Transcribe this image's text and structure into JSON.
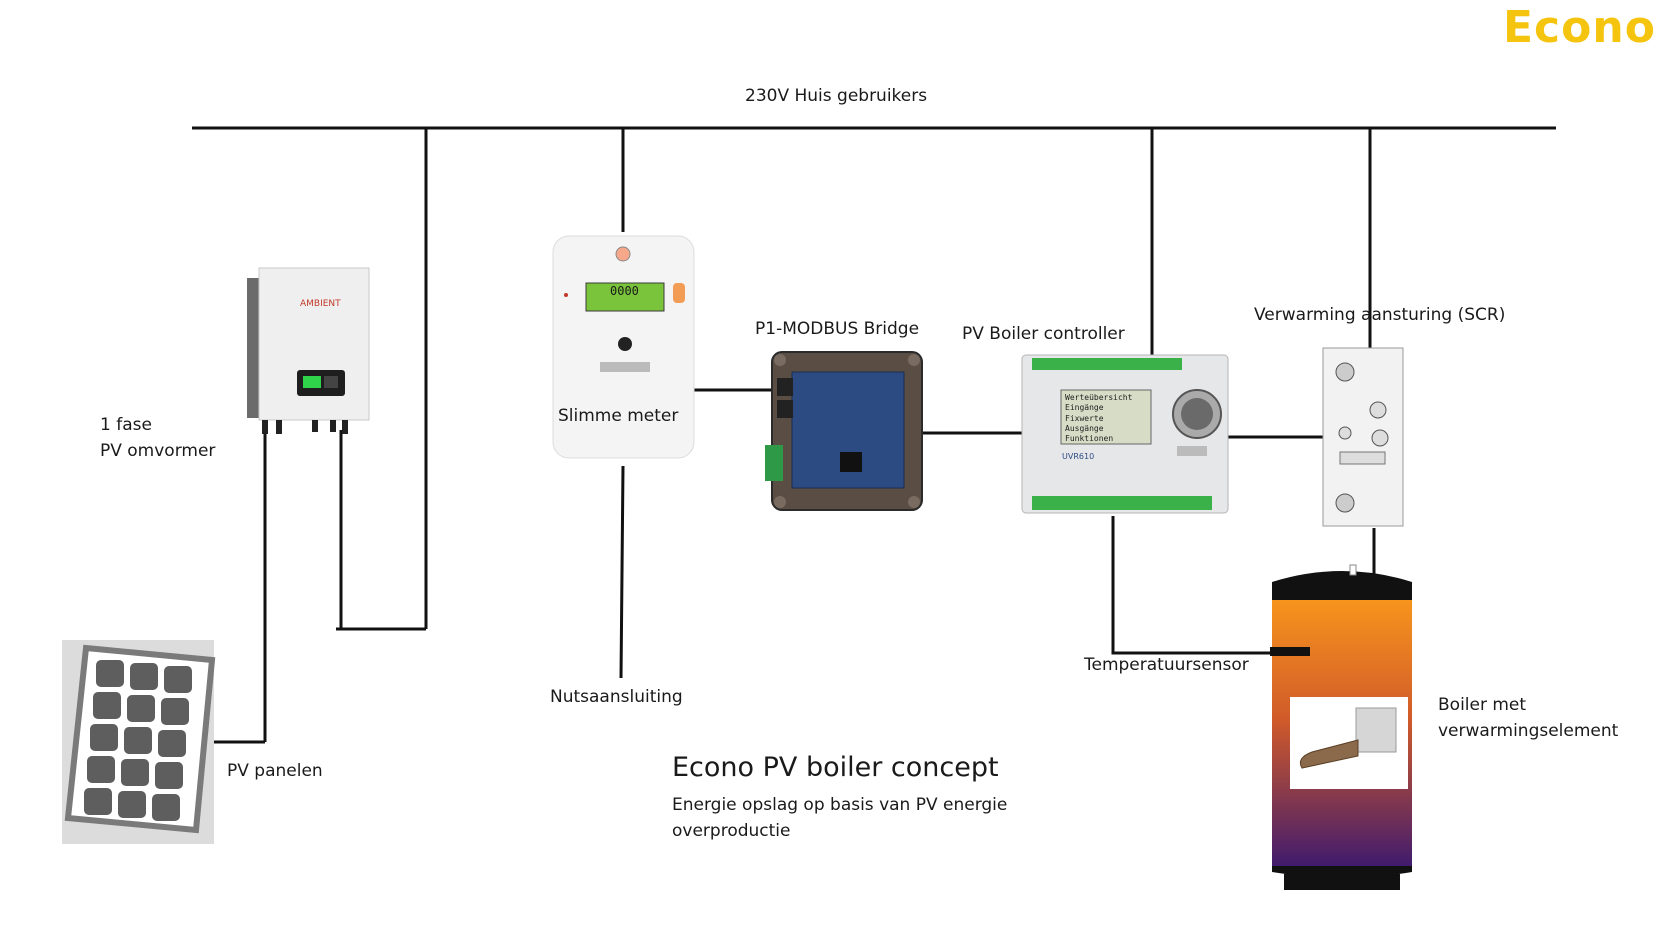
{
  "brand": {
    "logo_text": "Econo",
    "logo_color": "#f5c40f"
  },
  "bus": {
    "label": "230V Huis gebruikers"
  },
  "components": {
    "inverter": {
      "line1": "1 fase",
      "line2": "PV omvormer"
    },
    "panels": {
      "label": "PV panelen"
    },
    "meter": {
      "label": "Slimme meter",
      "display": "0000"
    },
    "grid": {
      "label": "Nutsaansluiting"
    },
    "bridge": {
      "label": "P1-MODBUS Bridge"
    },
    "controller": {
      "label": "PV Boiler controller",
      "screen_lines": [
        "Werteübersicht",
        "Eingänge",
        "Fixwerte",
        "Ausgänge",
        "Funktionen"
      ],
      "model": "UVR610"
    },
    "scr": {
      "label": "Verwarming aansturing (SCR)"
    },
    "sensor": {
      "label": "Temperatuursensor"
    },
    "boiler": {
      "line1": "Boiler met",
      "line2": "verwarmingselement"
    }
  },
  "caption": {
    "title": "Econo PV boiler concept",
    "subtitle": "Energie opslag op basis van PV energie overproductie"
  },
  "colors": {
    "line": "#111111",
    "boiler_top": "#f7941d",
    "boiler_bottom": "#3f1a6e"
  }
}
